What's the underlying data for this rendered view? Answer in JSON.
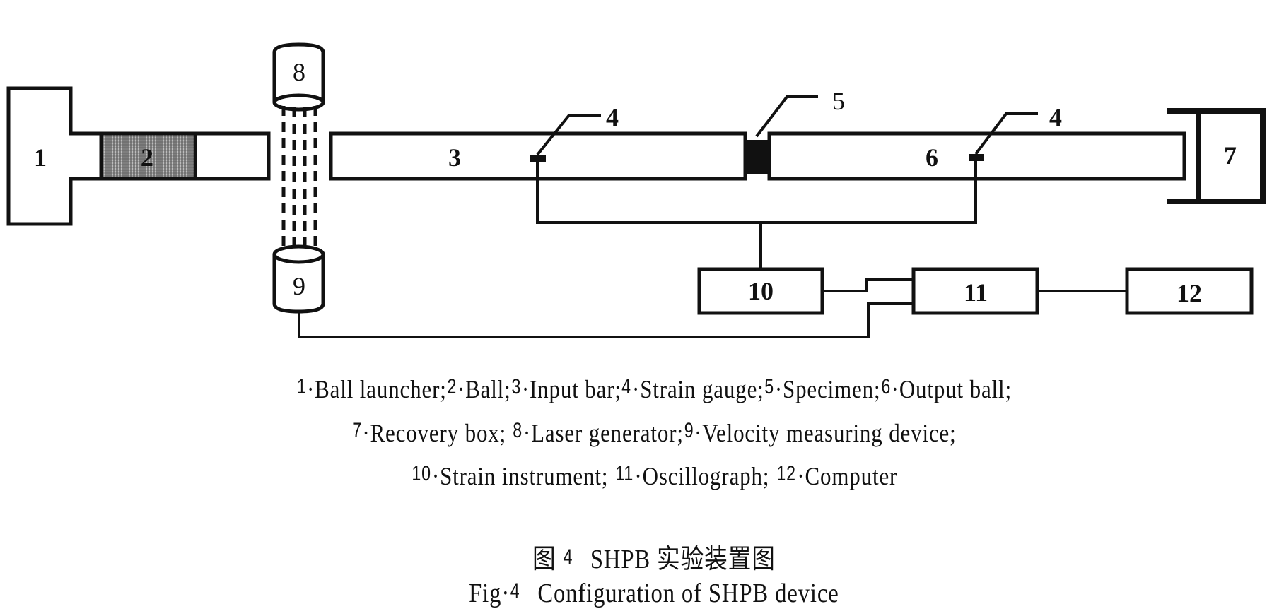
{
  "components": {
    "c1": "1",
    "c2": "2",
    "c3": "3",
    "c4": "4",
    "c5": "5",
    "c6": "6",
    "c7": "7",
    "c8": "8",
    "c9": "9",
    "c10": "10",
    "c11": "11",
    "c12": "12"
  },
  "legend": [
    [
      {
        "num": "1",
        "text": "Ball launcher;"
      },
      {
        "num": "2",
        "text": "Ball;"
      },
      {
        "num": "3",
        "text": "Input bar;"
      },
      {
        "num": "4",
        "text": "Strain gauge;"
      },
      {
        "num": "5",
        "text": "Specimen;"
      },
      {
        "num": "6",
        "text": "Output ball;"
      }
    ],
    [
      {
        "num": "7",
        "text": "Recovery box;"
      },
      {
        "num": "8",
        "text": "Laser generator;"
      },
      {
        "num": "9",
        "text": "Velocity measuring device;"
      }
    ],
    [
      {
        "num": "10",
        "text": "Strain instrument;"
      },
      {
        "num": "11",
        "text": "Oscillograph;"
      },
      {
        "num": "12",
        "text": "Computer"
      }
    ]
  ],
  "caption": {
    "cn_prefix": "图",
    "cn_num": "4",
    "cn_text": "SHPB 实验装置图",
    "en_prefix": "Fig·",
    "en_num": "4",
    "en_text": "Configuration of SHPB device"
  }
}
